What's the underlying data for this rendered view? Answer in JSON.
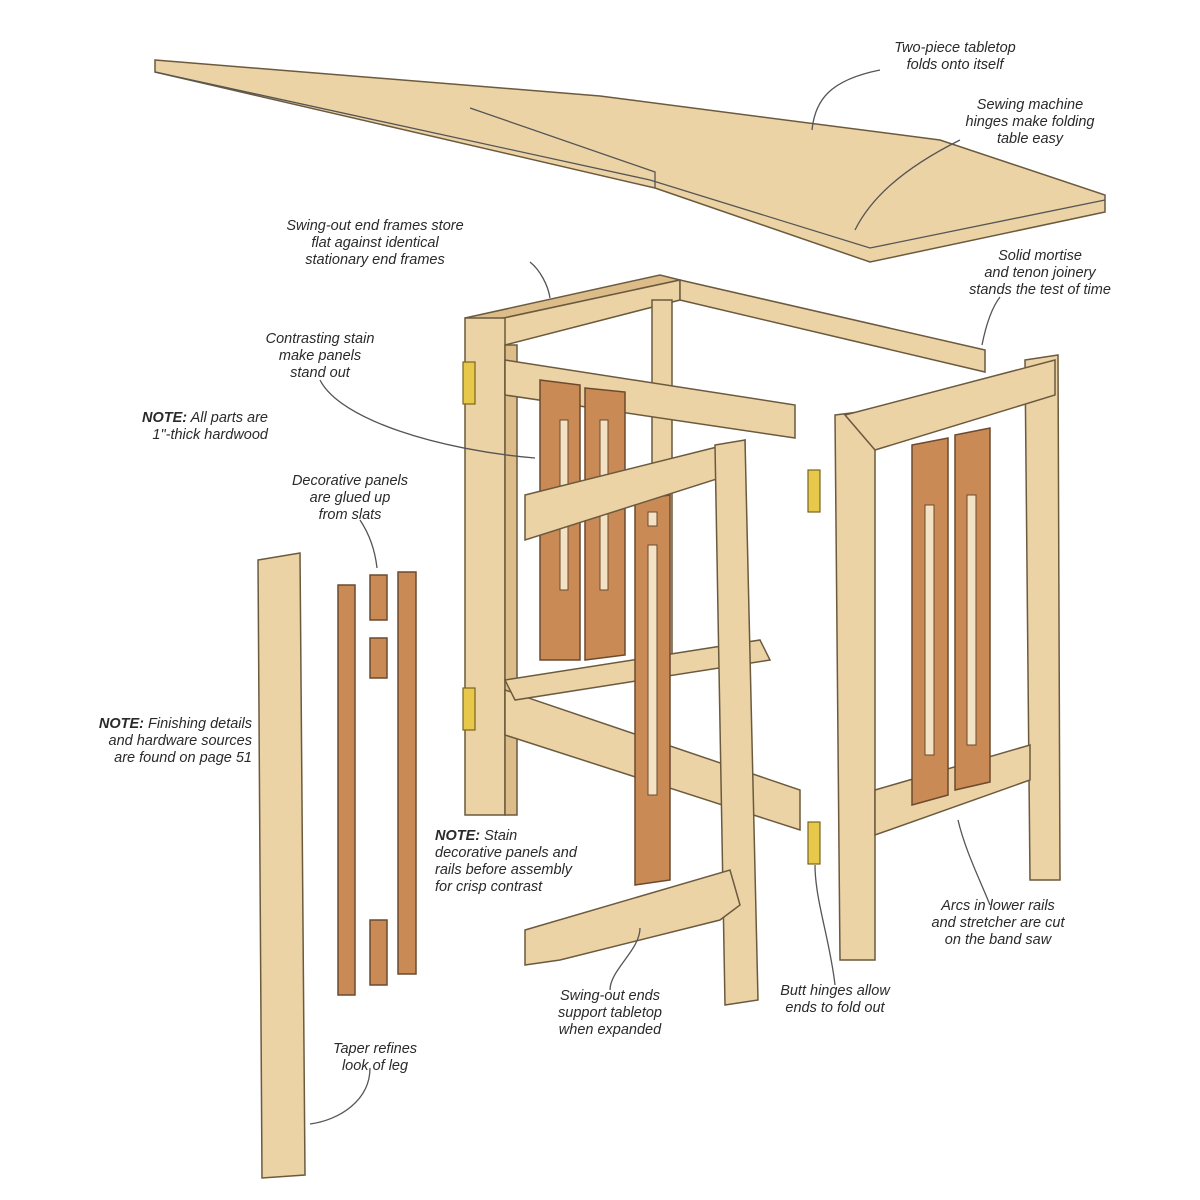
{
  "diagram": {
    "colors": {
      "wood": "#ecd3a6",
      "panel": "#c98a55",
      "hinge": "#e8c84a",
      "ink": "#2a2a2a"
    },
    "callouts": {
      "tabletop": [
        "Two-piece tabletop",
        "folds onto itself"
      ],
      "sewing_hinges": [
        "Sewing machine",
        "hinges make folding",
        "table easy"
      ],
      "swing_frames": [
        "Swing-out end frames store",
        "flat against identical",
        "stationary end frames"
      ],
      "mortise": [
        "Solid mortise",
        "and tenon joinery",
        "stands the test of time"
      ],
      "contrasting": [
        "Contrasting stain",
        "make panels",
        "stand out"
      ],
      "decorative": [
        "Decorative panels",
        "are glued up",
        "from slats"
      ],
      "arcs": [
        "Arcs in lower rails",
        "and stretcher are cut",
        "on the band saw"
      ],
      "swing_ends": [
        "Swing-out ends",
        "support tabletop",
        "when expanded"
      ],
      "butt_hinges": [
        "Butt hinges allow",
        "ends to fold out"
      ],
      "taper": [
        "Taper refines",
        "look of leg"
      ]
    },
    "notes": {
      "parts": {
        "prefix": "NOTE:",
        "lines": [
          " All parts are",
          "1\"-thick hardwood"
        ]
      },
      "finishing": {
        "prefix": "NOTE:",
        "lines": [
          " Finishing details",
          "and hardware sources",
          "are found on page 51"
        ]
      },
      "stain": {
        "prefix": "NOTE:",
        "lines": [
          " Stain",
          "decorative panels and",
          "rails before assembly",
          "for crisp contrast"
        ]
      }
    }
  }
}
